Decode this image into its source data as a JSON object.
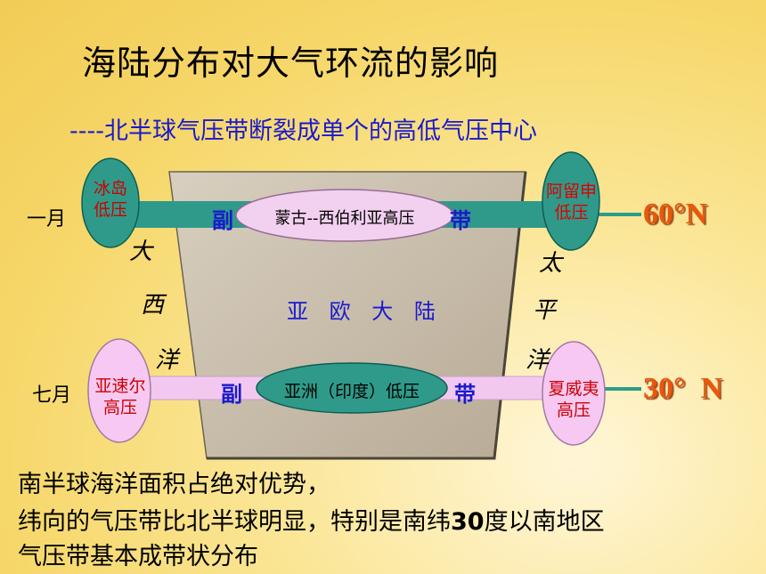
{
  "title": "海陆分布对大气环流的影响",
  "subtitle": "----北半球气压带断裂成单个的高低气压中心",
  "months": {
    "january": "一月",
    "july": "七月"
  },
  "centers": {
    "iceland_low": [
      "冰岛",
      "低压"
    ],
    "aleutian_low": [
      "阿留申",
      "低压"
    ],
    "mongolia_siberia_high": "蒙古--西伯利亚高压",
    "azores_high": [
      "亚速尔",
      "高压"
    ],
    "hawaii_high": [
      "夏威夷",
      "高压"
    ],
    "asia_india_low": "亚洲（印度）低压"
  },
  "belt_labels": {
    "left": "副",
    "right": "带"
  },
  "continent": "亚 欧 大 陆",
  "atlantic": [
    "大",
    "西",
    "洋"
  ],
  "pacific": [
    "太",
    "平",
    "洋"
  ],
  "latitudes": {
    "top": "60°N",
    "bottom": "30°  N"
  },
  "bottom_text": {
    "line1": "南半球海洋面积占绝对优势，",
    "line2_a": "纬向的气压带比北半球明显，特别是南纬",
    "line2_num": "30",
    "line2_b": "度以南地区",
    "line3": "气压带基本成带状分布"
  },
  "colors": {
    "title": "#000000",
    "subtitle": "#1a1acc",
    "continent_fill": "#c8bca8",
    "january_belt": "#2f9a8a",
    "july_belt": "#f2c8f0",
    "low_circle_teal": "#2f9a8a",
    "high_circle_pink": "#f7c9f2",
    "latitude_text": "#e8580c"
  }
}
